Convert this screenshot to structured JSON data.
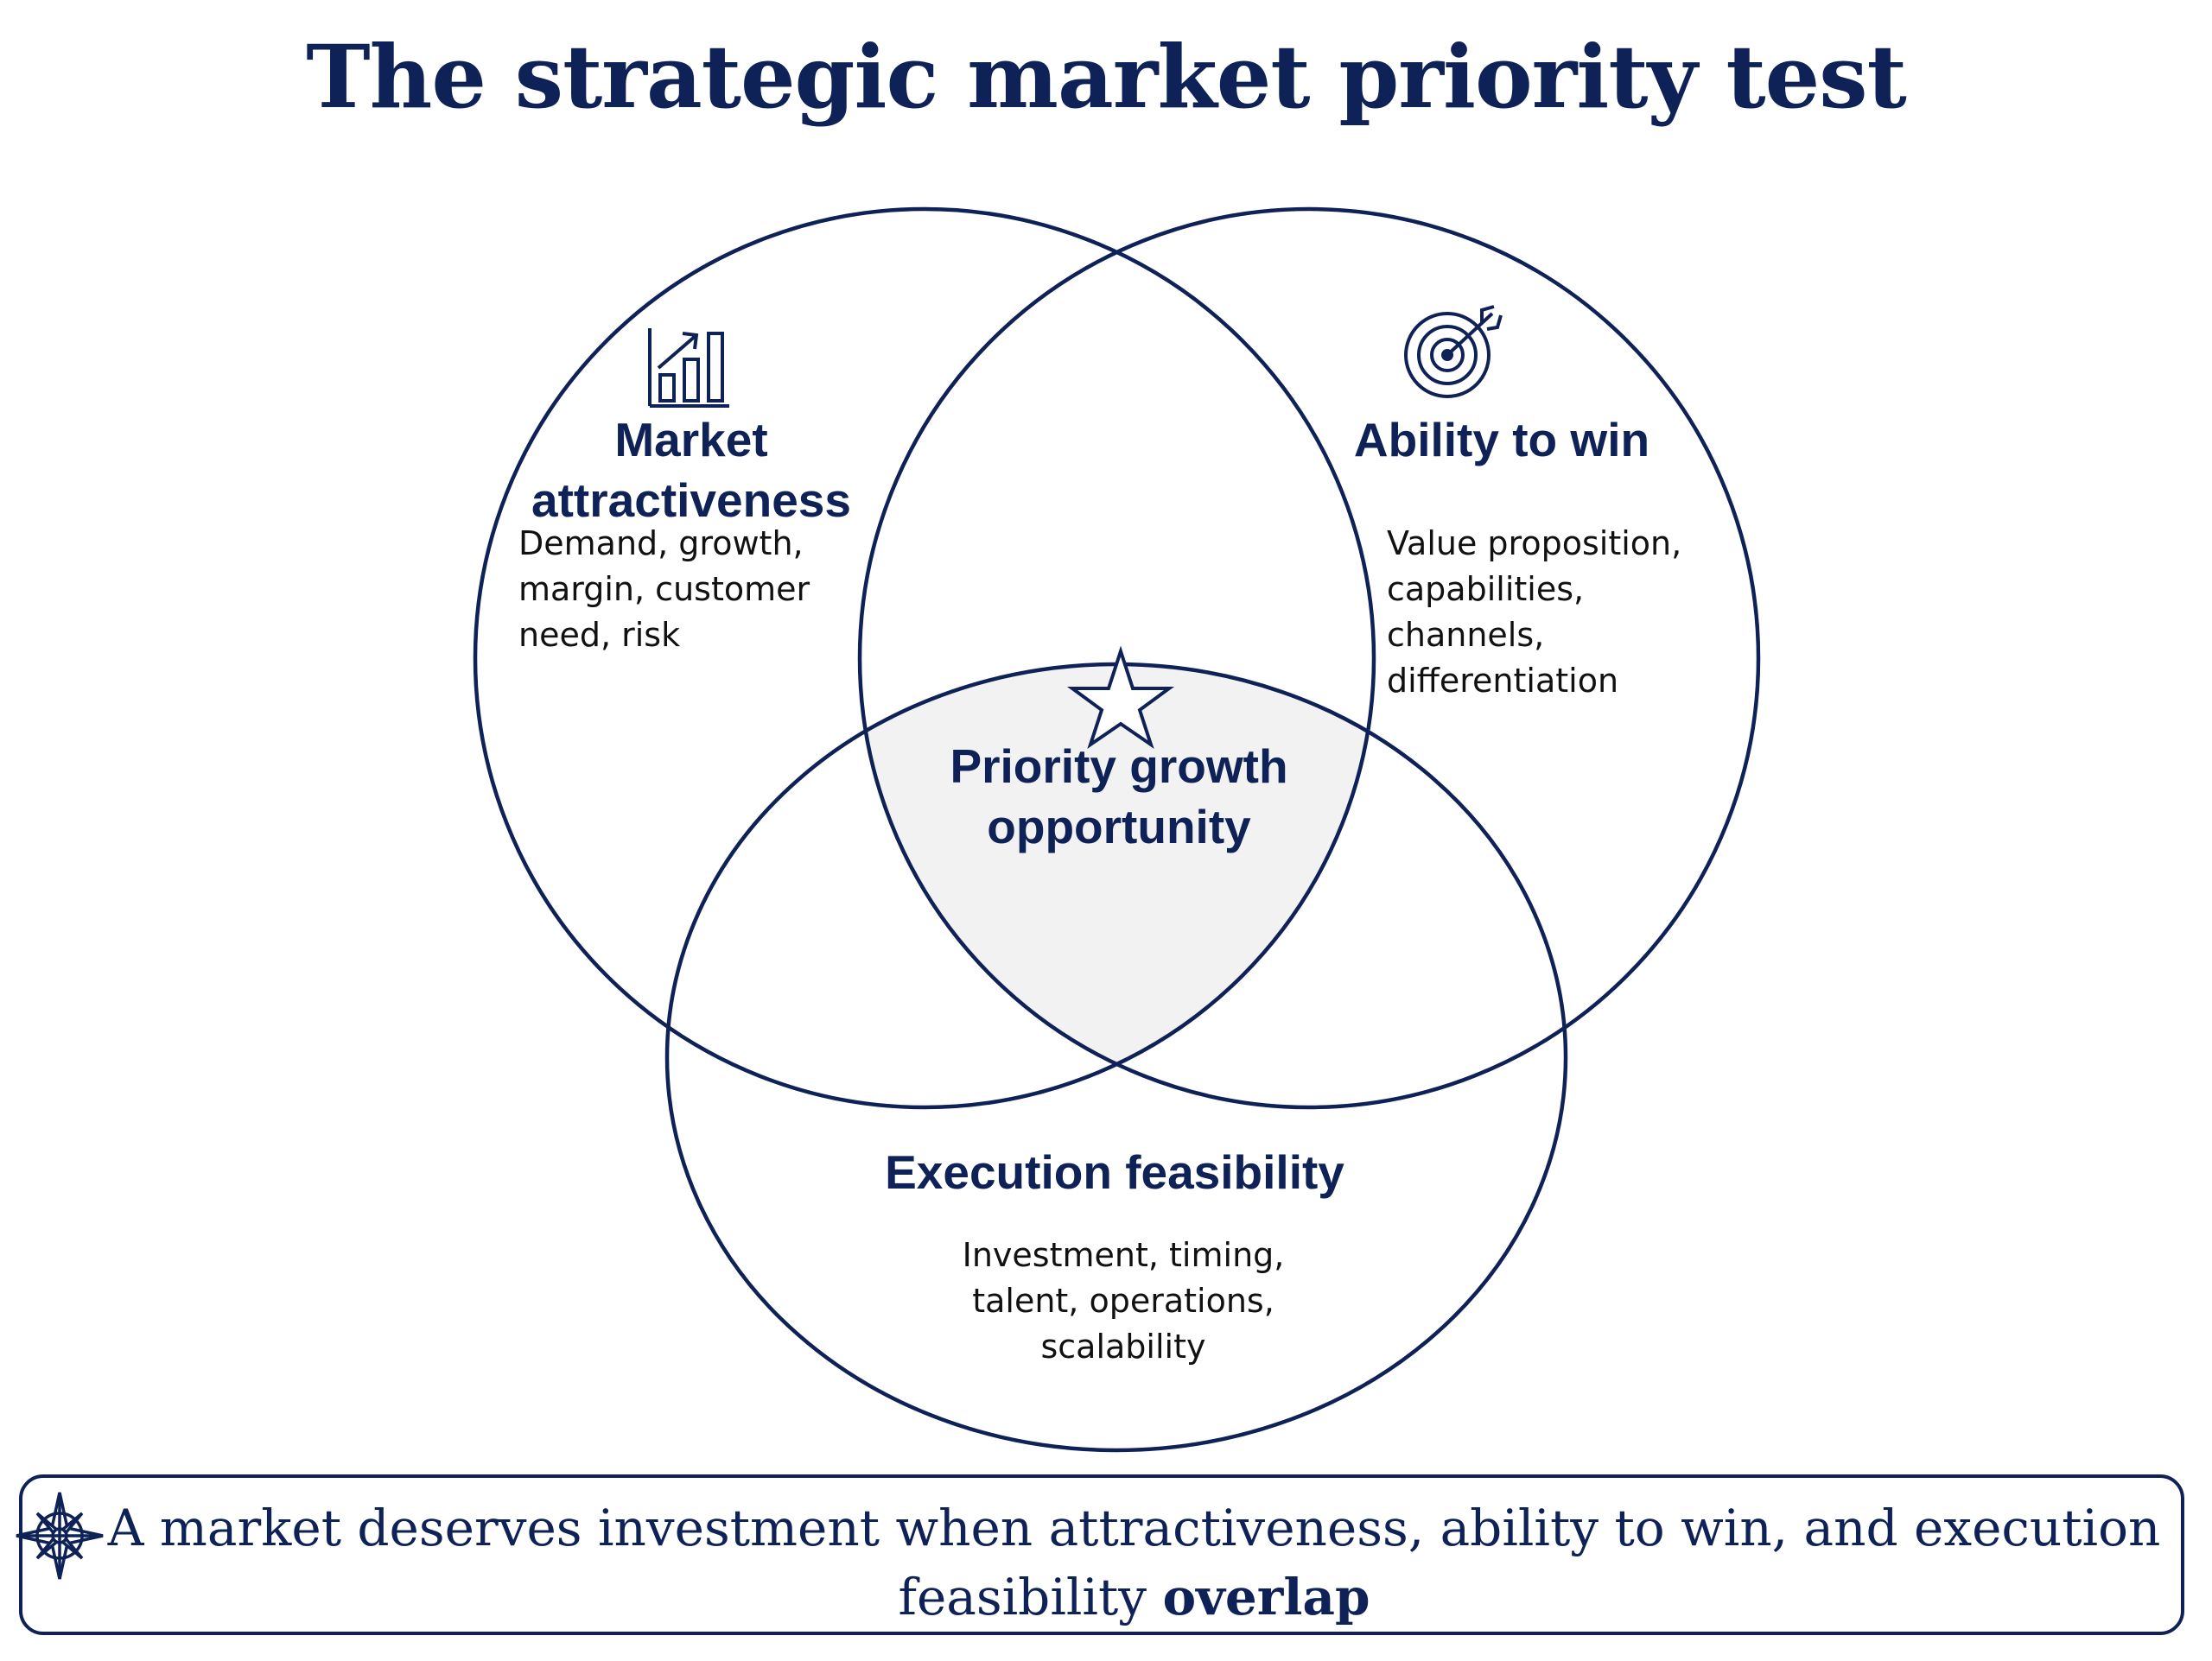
{
  "title": "The strategic market priority test",
  "colors": {
    "navy": "#0f2257",
    "center_fill": "#f2f2f2"
  },
  "sets": {
    "market": {
      "icon": "bar-chart-growth-icon",
      "heading_line1": "Market",
      "heading_line2": "attractiveness",
      "desc_lines": [
        "Demand, growth,",
        "margin, customer",
        "need, risk"
      ]
    },
    "ability": {
      "icon": "target-arrow-icon",
      "heading": "Ability to win",
      "desc_lines": [
        "Value proposition,",
        "capabilities,",
        "channels,",
        "differentiation"
      ]
    },
    "execution": {
      "heading": "Execution feasibility",
      "desc_lines": [
        "Investment, timing,",
        "talent, operations,",
        "scalability"
      ]
    }
  },
  "center": {
    "icon": "star-icon",
    "label_line1": "Priority growth",
    "label_line2": "opportunity"
  },
  "footer": {
    "icon": "compass-icon",
    "text": "A market deserves investment when attractiveness, ability to win, and execution feasibility",
    "emphasis": "overlap"
  }
}
